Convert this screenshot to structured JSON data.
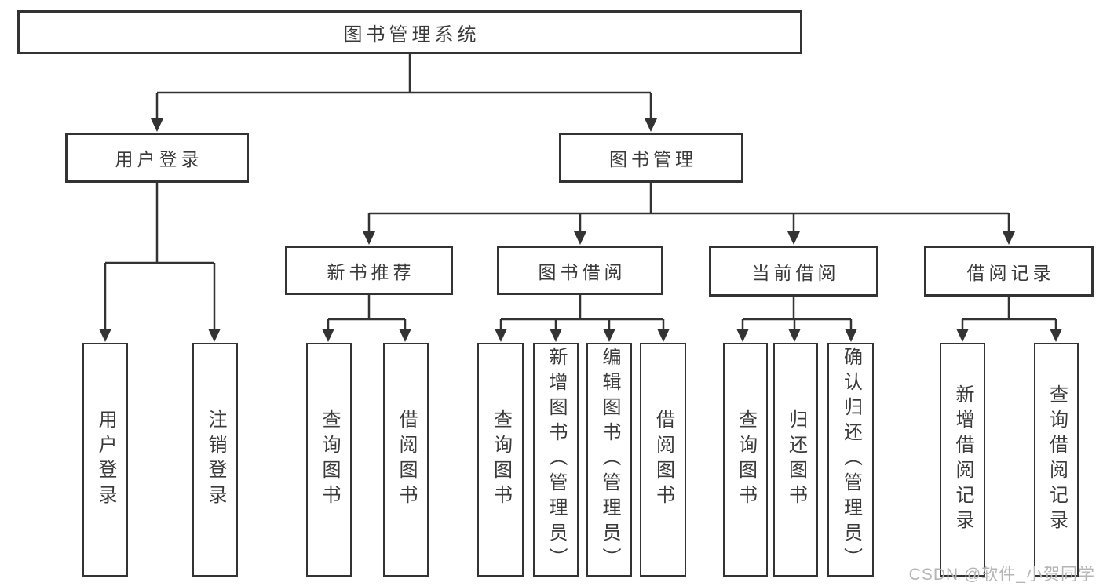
{
  "diagram": {
    "root": "图书管理系统",
    "level2": {
      "user_login": "用户登录",
      "book_mgmt": "图书管理"
    },
    "level3": {
      "new_books": "新书推荐",
      "book_borrow": "图书借阅",
      "current_borrow": "当前借阅",
      "borrow_records": "借阅记录"
    },
    "leaves": {
      "user_login": [
        "用户登录",
        "注销登录"
      ],
      "new_books": [
        "查询图书",
        "借阅图书"
      ],
      "book_borrow": [
        "查询图书",
        "新增图书（管理员）",
        "编辑图书（管理员）",
        "借阅图书"
      ],
      "current_borrow": [
        "查询图书",
        "归还图书",
        "确认归还（管理员）"
      ],
      "borrow_records": [
        "新增借阅记录",
        "查询借阅记录"
      ]
    }
  },
  "watermark": {
    "text": "CSDN @软件_小贺同学"
  },
  "colors": {
    "line": "#333333",
    "border": "#333333",
    "text": "#3a3a3a",
    "watermark": "#b5b5b5",
    "background": "#ffffff"
  }
}
